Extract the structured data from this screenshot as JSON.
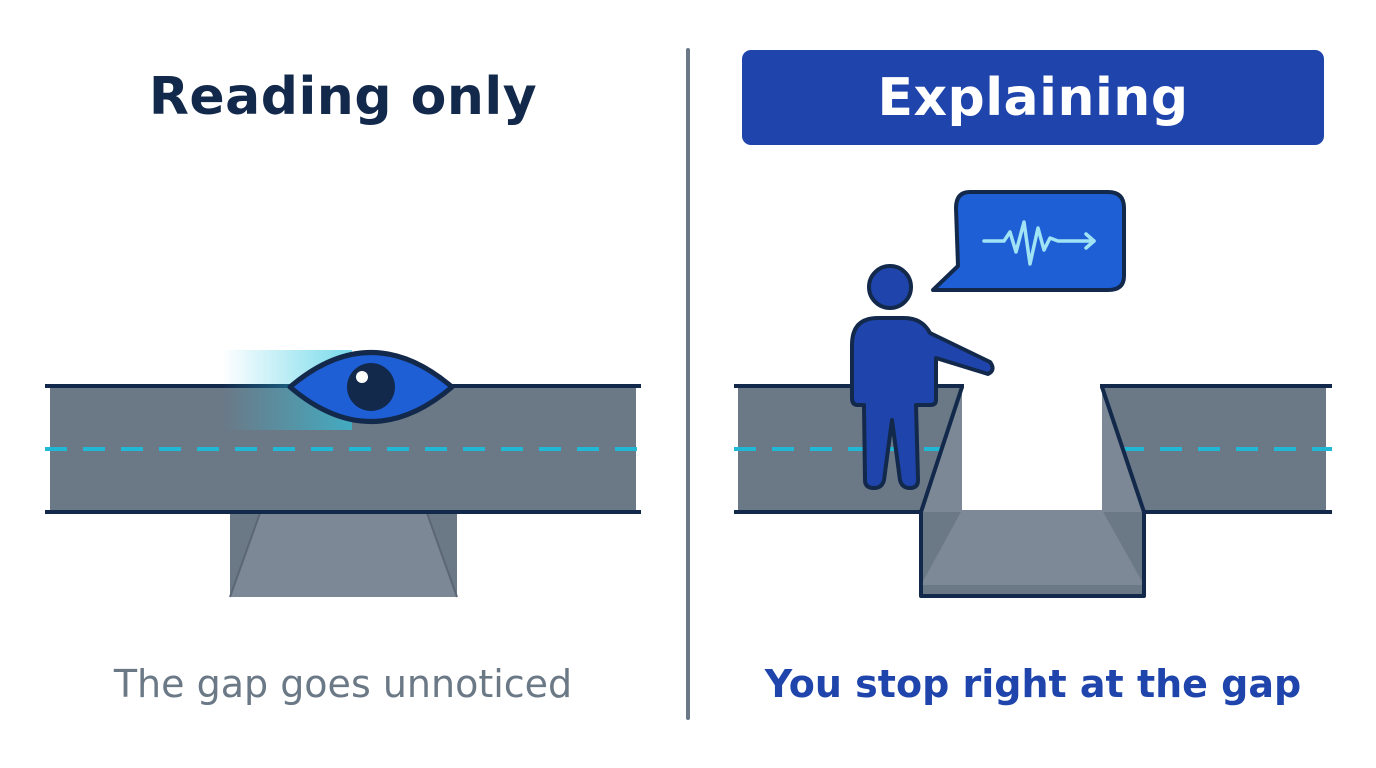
{
  "left_panel": {
    "title": "Reading only",
    "caption": "The gap goes unnoticed"
  },
  "right_panel": {
    "title": "Explaining",
    "caption": "You stop right at the gap"
  },
  "icons": {
    "left": [
      "eye-icon"
    ],
    "right": [
      "person-icon",
      "speech-bubble-icon",
      "waveform-icon"
    ]
  },
  "colors": {
    "navy": "#13294b",
    "accent_blue": "#1f45ad",
    "bright_blue": "#1e5fd6",
    "cyan": "#20b8d4",
    "road_gray": "#6b7886",
    "caption_gray": "#6b7886"
  }
}
